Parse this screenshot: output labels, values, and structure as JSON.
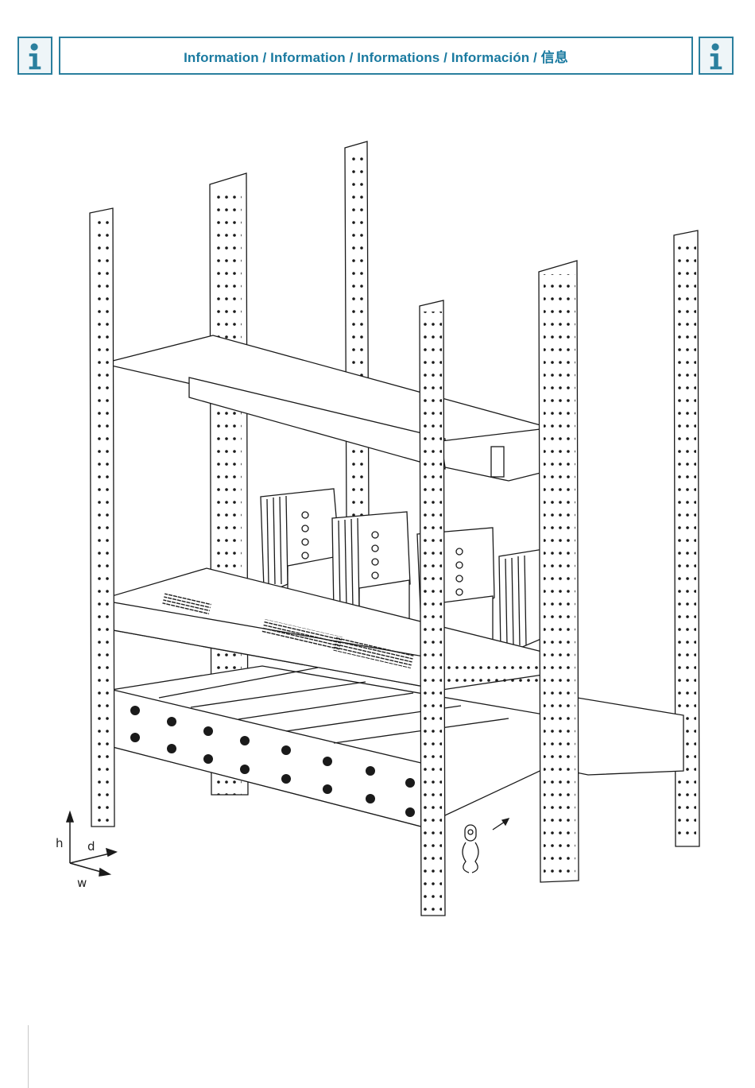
{
  "header": {
    "title": "Information / Information / Informations / Información / 信息",
    "icon_left": "info-icon",
    "icon_right": "info-icon"
  },
  "figure": {
    "axes": {
      "h": "h",
      "d": "d",
      "w": "w"
    }
  },
  "colors": {
    "accent": "#2a7f9e",
    "line": "#1a1a1a"
  }
}
